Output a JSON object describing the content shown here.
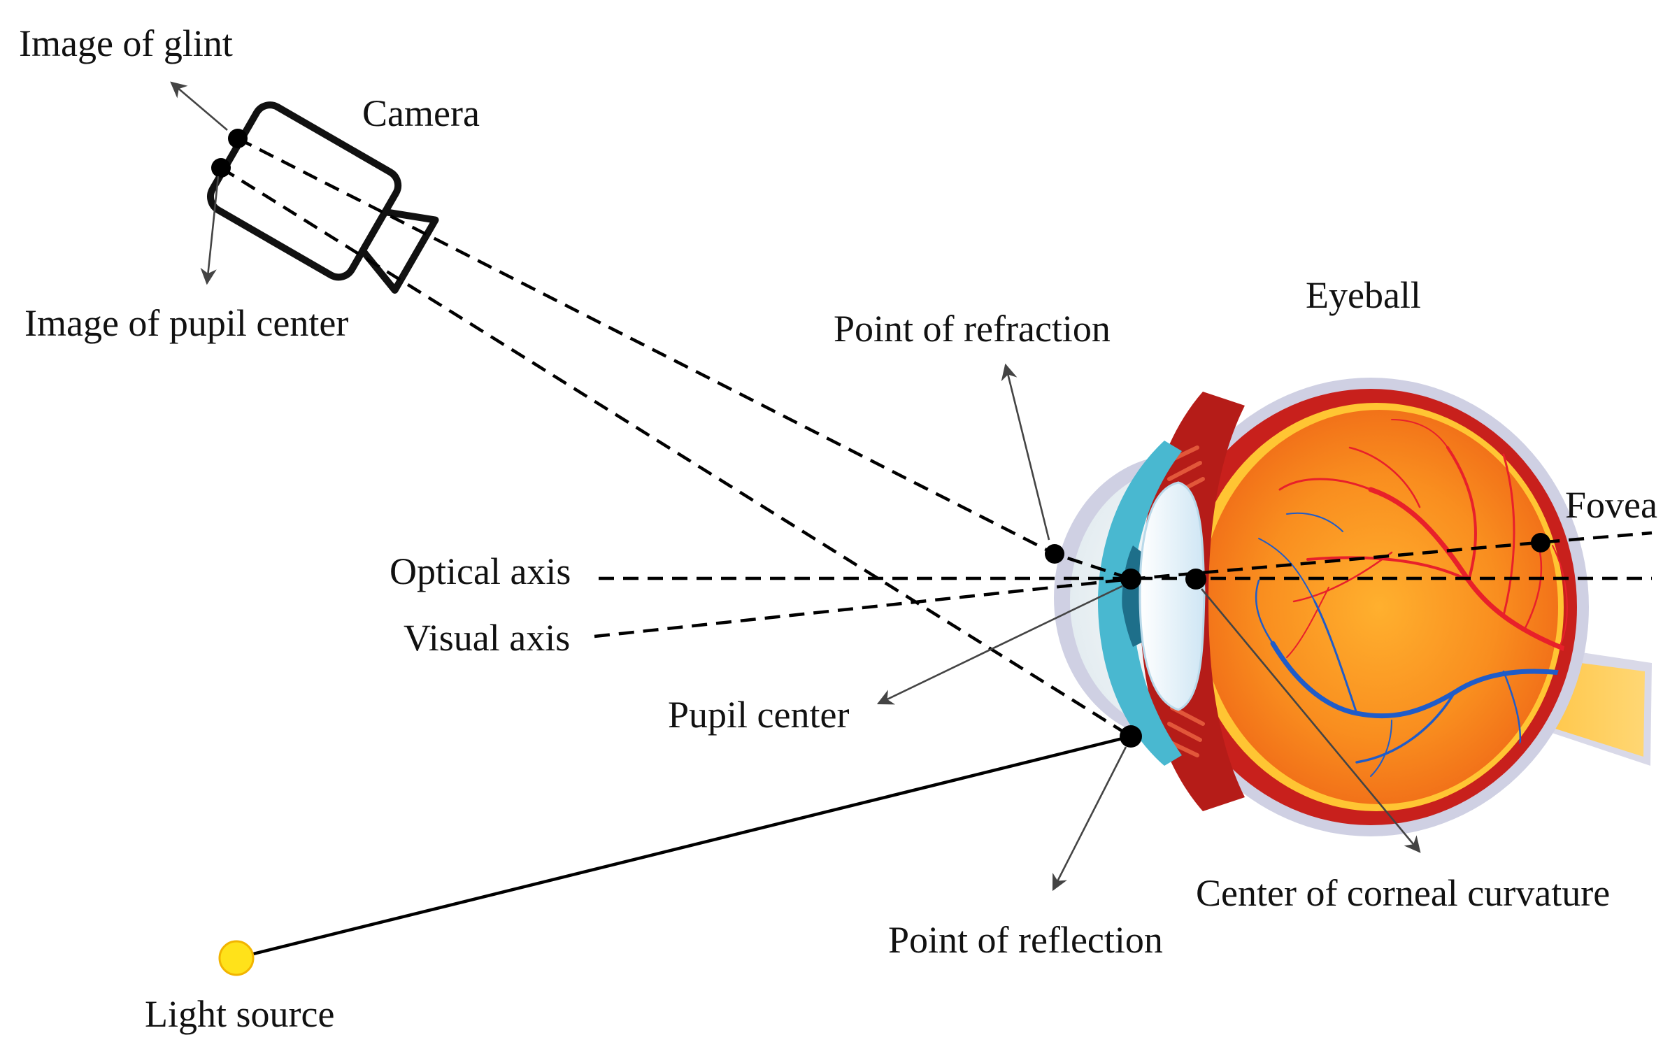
{
  "labels": {
    "image_of_glint": "Image of glint",
    "camera": "Camera",
    "image_of_pupil_center": "Image of pupil center",
    "eyeball": "Eyeball",
    "point_of_refraction": "Point of refraction",
    "fovea": "Fovea",
    "optical_axis": "Optical axis",
    "visual_axis": "Visual axis",
    "pupil_center": "Pupil center",
    "center_of_corneal_curvature": "Center of corneal curvature",
    "point_of_reflection": "Point of reflection",
    "light_source": "Light source"
  },
  "colors": {
    "sclera_outline": "#cfd0e3",
    "choroid_red": "#c8201c",
    "retina_yellow": "#ffc533",
    "vitreous_orange": "#f7861c",
    "vitreous_center": "#ffaa2a",
    "cornea_blue": "#49b8d0",
    "lens_white": "#e9f4fb",
    "vessel_red": "#e8202a",
    "vessel_blue": "#1f5cc9",
    "light_source_yellow": "#ffe21a"
  }
}
